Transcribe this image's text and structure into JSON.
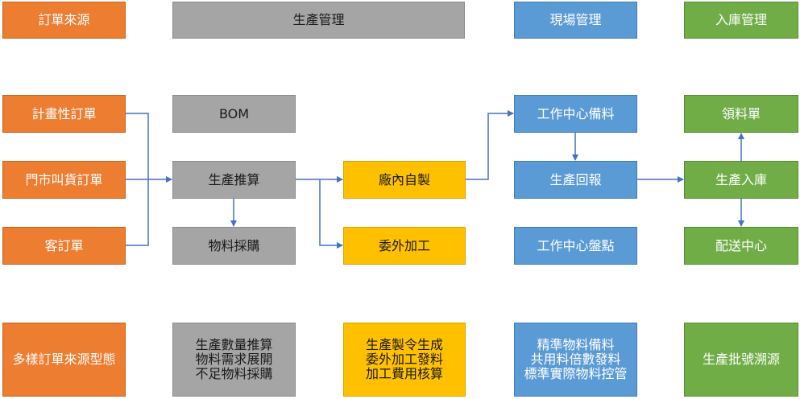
{
  "headers": {
    "order_source": "訂單來源",
    "production_mgmt": "生產管理",
    "site_mgmt": "現場管理",
    "warehouse_mgmt": "入庫管理"
  },
  "orders": {
    "planned": "計畫性訂單",
    "store": "門市叫貨訂單",
    "customer": "客訂單"
  },
  "production": {
    "bom": "BOM",
    "calc": "生產推算",
    "purchase": "物料採購"
  },
  "manufacturing": {
    "in_house": "廠內自製",
    "outsourced": "委外加工"
  },
  "site": {
    "prep": "工作中心備料",
    "report": "生產回報",
    "inventory": "工作中心盤點"
  },
  "warehouse": {
    "picking": "領料單",
    "inbound": "生產入庫",
    "distribution": "配送中心"
  },
  "features": {
    "order_types": "多樣訂單來源型態",
    "production": [
      "生產數量推算",
      "物料需求展開",
      "不足物料採購"
    ],
    "manufacturing": [
      "生產製令生成",
      "委外加工發料",
      "加工費用核算"
    ],
    "site": [
      "精準物料備料",
      "共用料倍數發料",
      "標準實際物料控管"
    ],
    "traceability": "生產批號溯源"
  },
  "colors": {
    "orange": "#ED7D31",
    "gray": "#A5A5A5",
    "yellow": "#FFC000",
    "blue": "#5B9BD5",
    "green": "#70AD47",
    "connector": "#4472C4"
  }
}
